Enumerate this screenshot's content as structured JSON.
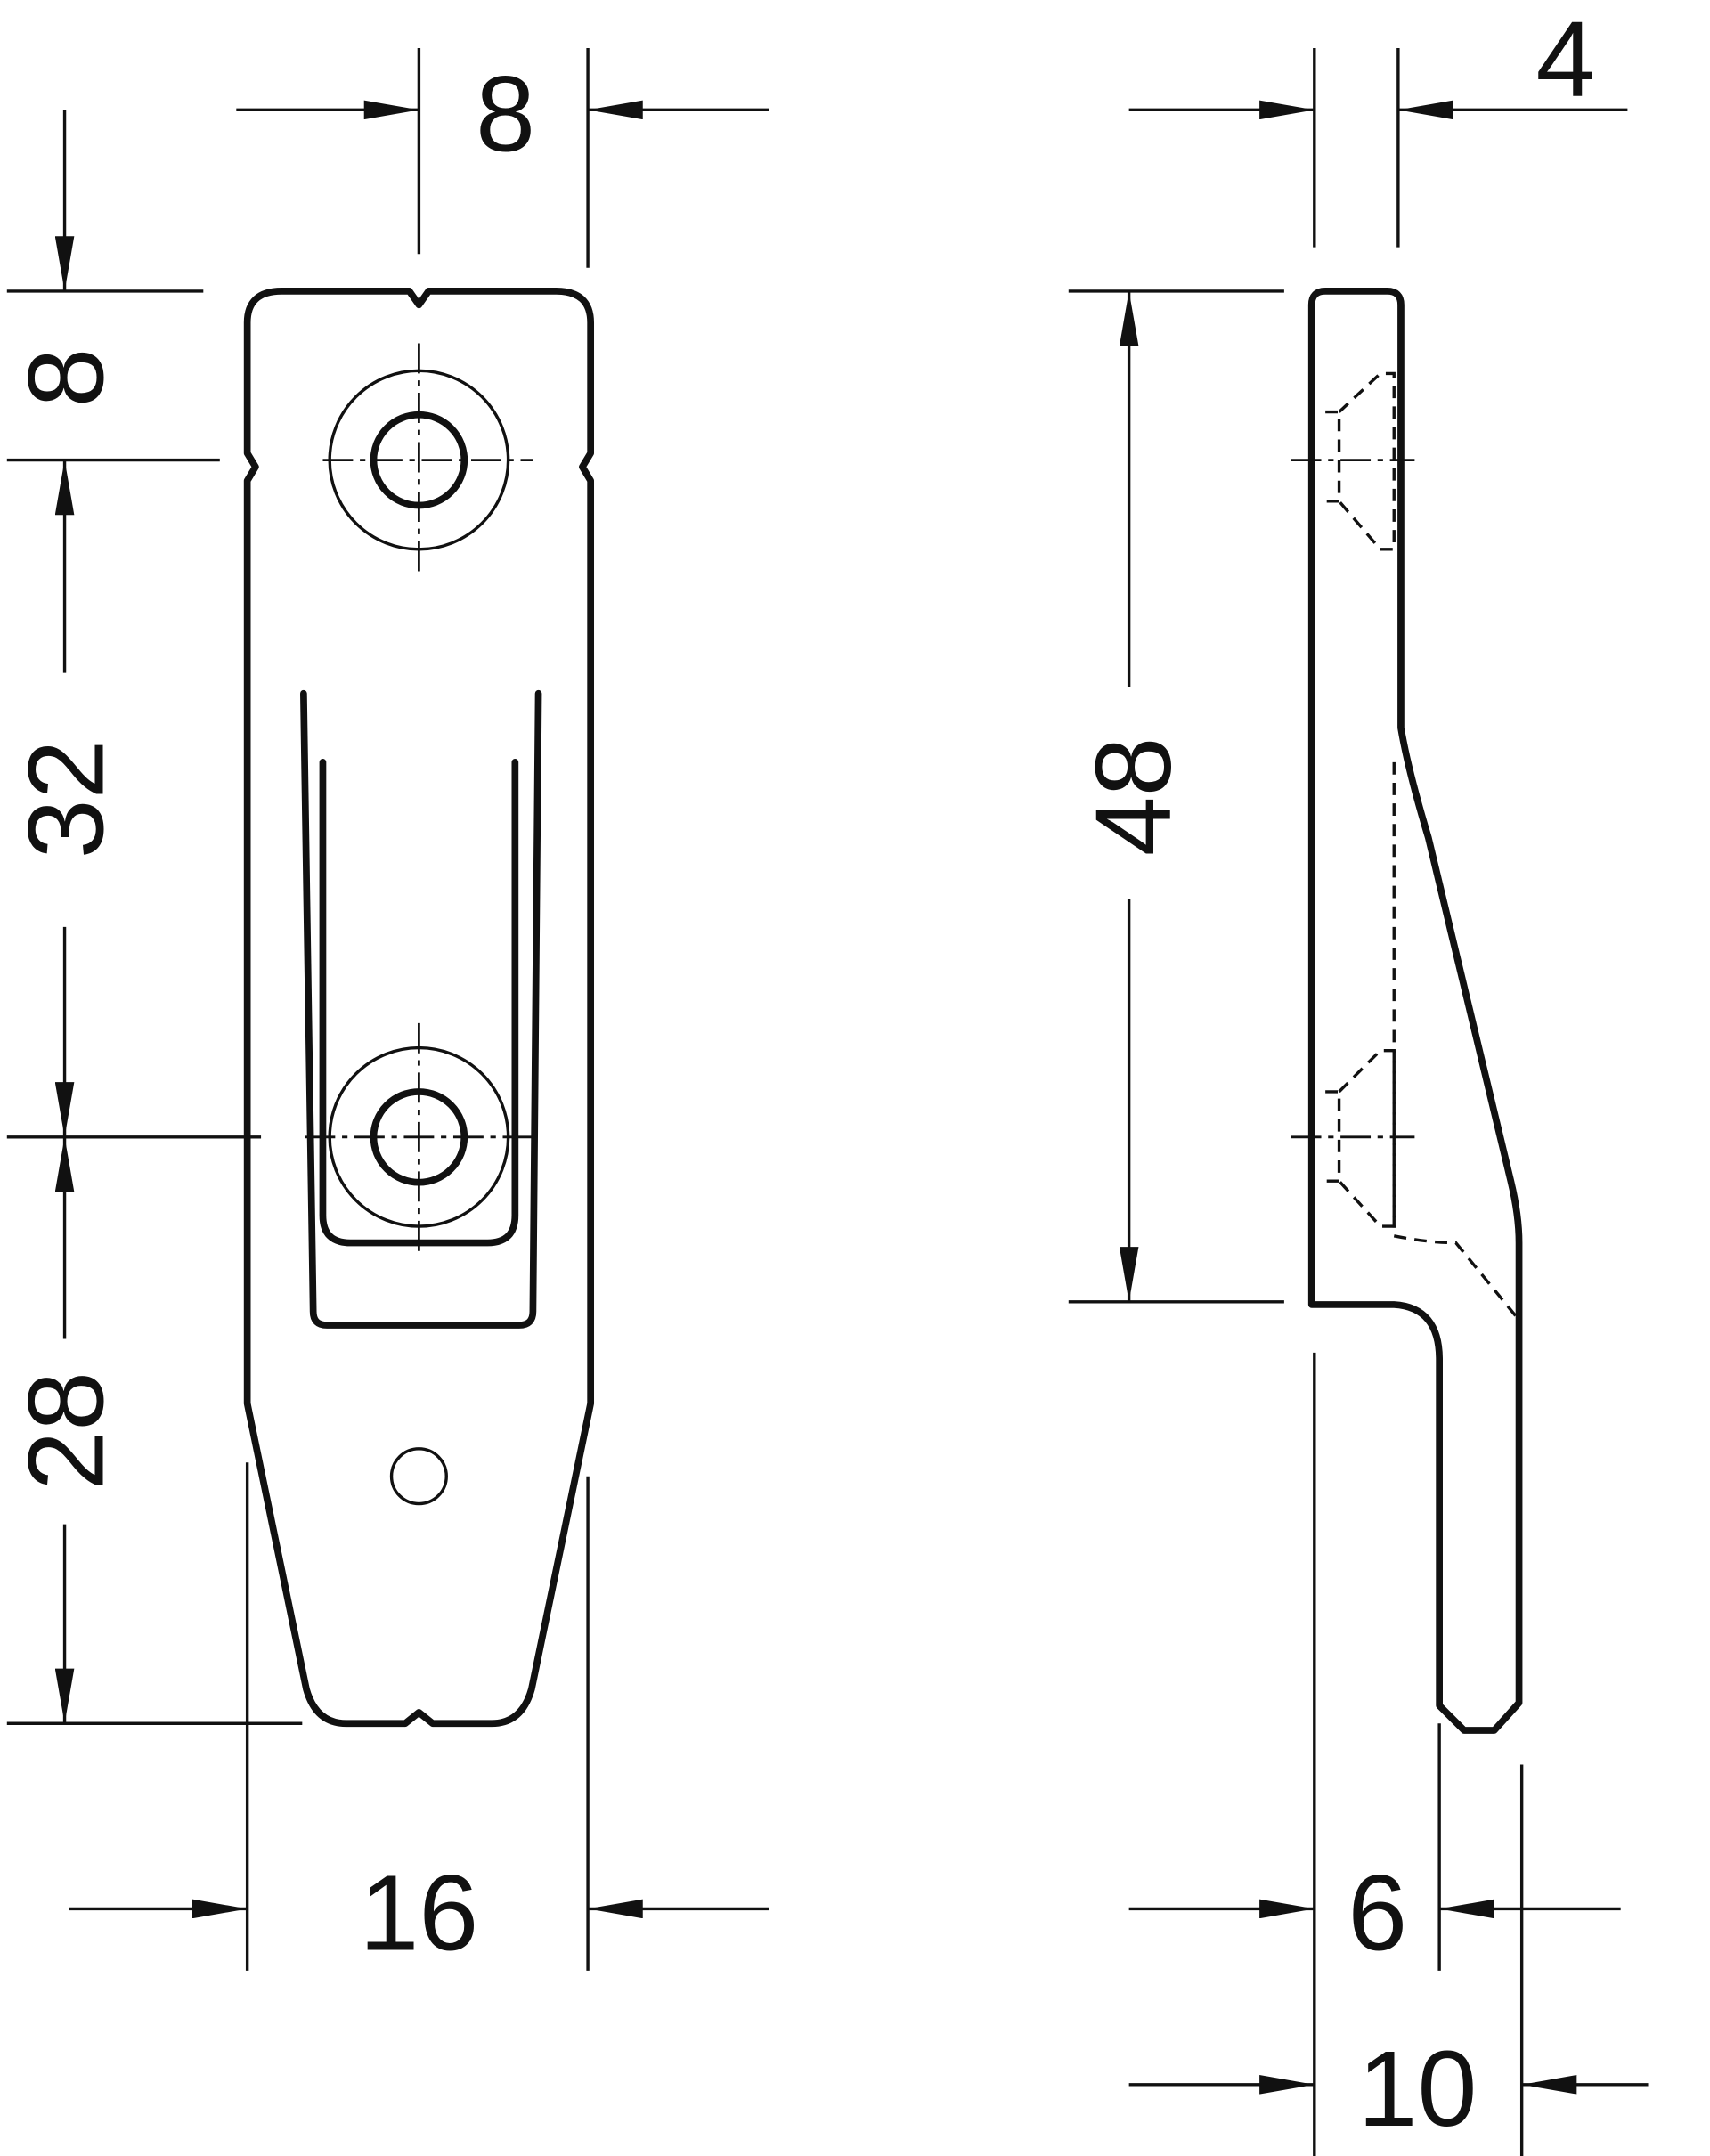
{
  "front_view": {
    "dim_top_width": "8",
    "dim_top_offset": "8",
    "dim_hole_spacing": "32",
    "dim_bottom_offset": "28",
    "dim_total_width": "16"
  },
  "side_view": {
    "dim_top_thickness": "4",
    "dim_height": "48",
    "dim_hook_thickness": "6",
    "dim_total_depth": "10"
  }
}
